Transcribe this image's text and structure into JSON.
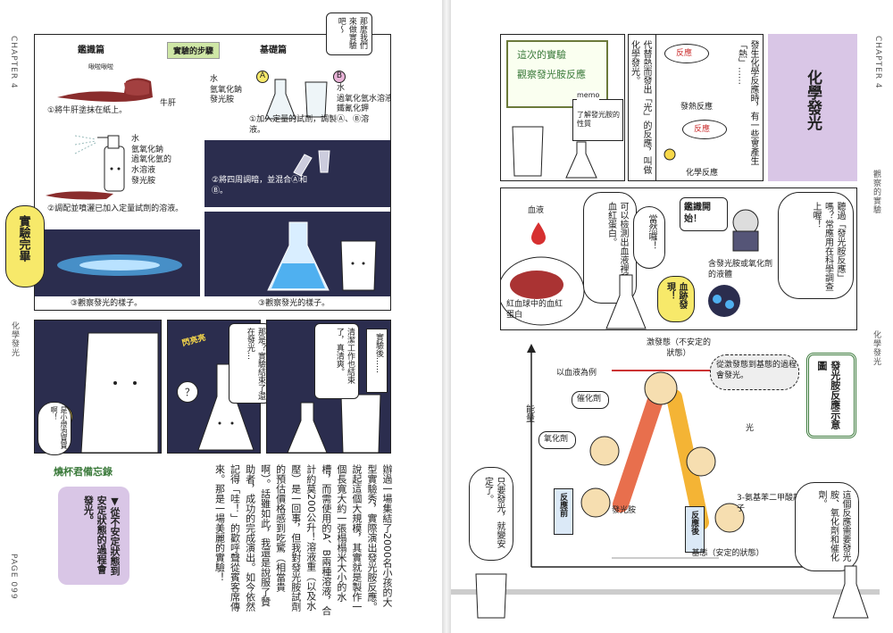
{
  "chapter_label": "CHAPTER 4",
  "page_number": "PAGE 099",
  "side_title_left": "化學發光",
  "side_title_right": "觀察的實驗",
  "left": {
    "procedure_title": "實驗的步驟",
    "col_applied": "鑑識篇",
    "col_basic": "基礎篇",
    "speech_top": "那麼我們來做實驗吧～",
    "liver_sfx": "啾啦啾啦",
    "liver_label": "牛肝",
    "step1": "①將牛肝塗抹在紙上。",
    "spray_items": [
      "水",
      "氫氧化鈉",
      "過氧化氫的",
      "水溶液",
      "發光胺"
    ],
    "step2": "②調配並噴灑已加入定量試劑的溶液。",
    "step3a": "③觀察發光的樣子。",
    "flask_a": "A",
    "flask_b": "B",
    "basic_items_a": [
      "水",
      "氫氧化鈉",
      "發光胺"
    ],
    "basic_items_b": [
      "水",
      "過氧化氫水溶液",
      "鐵氰化鉀"
    ],
    "basic_step1": "①加入定量的試劑，調製Ⓐ、Ⓑ溶液。",
    "basic_step2": "②將四周調暗，並混合Ⓐ和Ⓑ。",
    "basic_step3": "③觀察發光的樣子。",
    "complete": "實驗完畢",
    "comic_after": "實驗後……",
    "comic_clean": "清潔工作也結束了，真清爽。",
    "comic_still": "那是？實驗結束了還在發光…",
    "comic_q": "？",
    "comic_sfx": "閃亮亮",
    "comic_bulb": "是小燈泡寶寶啊！",
    "memo_title": "燒杯君備忘錄",
    "memo_text": "▼從不安定狀態到安定狀態的過程會發光。",
    "essay": "辦過一場集結了2000名小孩的大型實驗秀，實際演出發光胺反應。說起這個大規模，其實就是製作一個長寬大約一張榻榻米大小的水槽，而需使用的A、B兩種溶液，合計約莫200公升！溶液重（以及水壓）是一回事，但我對發光胺試劑的預估價格感到吃驚（相當貴啊）。話雖如此，我還是說服了贊助者，成功的完成演出。如今依然記得「哇！」的歡呼聲從賓客席傳來。那是一場美麗的實驗！"
  },
  "right": {
    "title": "化學發光",
    "intro1": "發生化學反應時，有一些會產生「熱」……",
    "label_reaction": "反應",
    "label_heat": "發熱反應",
    "label_chem": "化學反應",
    "intro2": "代替熱而發出「光」的反應，叫做化學發光。",
    "board_line1": "這次的實驗",
    "board_line2": "觀察發光胺反應",
    "memo_tag": "memo",
    "memo_note": "了解發光胺的性質",
    "side_label": "觀察的實驗",
    "blood_label": "血液",
    "hemoglobin": "紅血球中的血紅蛋白",
    "detect_text": "可以檢測出血液裡所含的血紅蛋白。",
    "of_course": "當然囉！",
    "forensic_start": "鑑識開始！",
    "spray_label": "含發光胺或氧化劑的液體",
    "blood_found": "血跡發現！",
    "heard": "聽過「發光胺反應」嗎？常應用在科學調查上喔！",
    "diagram_title": "發光胺反應示意圖",
    "y_axis": "能量",
    "excited_state": "激發態（不安定的狀態）",
    "blood_example": "以血液為例",
    "catalyst": "催化劑",
    "oxidant": "氧化劑",
    "luminol": "發光胺",
    "before": "反應前",
    "after": "反應後",
    "product": "3-氨基苯二甲酸離子",
    "ground_state": "基態（安定的狀態）",
    "light": "光",
    "shine_bubble": "從激發態到基態的過程會發光。",
    "stable_bubble": "只要發光，就變安定了。",
    "needs_bubble": "這個反應需要發光胺、氧化劑和催化劑。"
  }
}
